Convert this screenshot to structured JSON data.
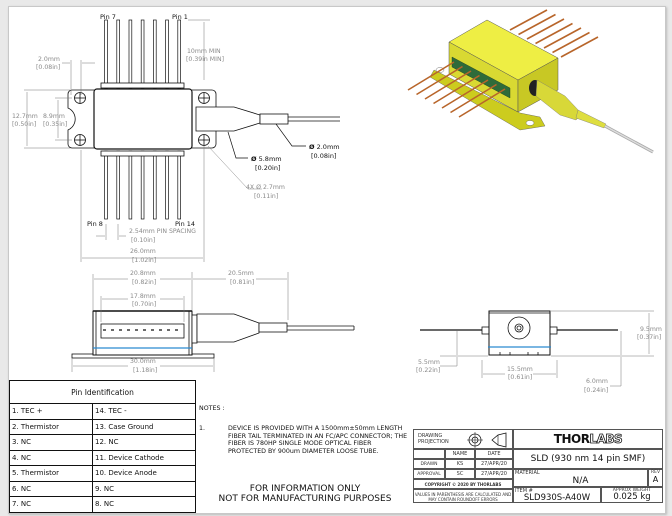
{
  "top_view": {
    "pin_labels": {
      "pin7": "Pin 7",
      "pin1": "Pin 1",
      "pin8": "Pin 8",
      "pin14": "Pin 14"
    },
    "dims": {
      "lead_len_mm": "10mm MIN",
      "lead_len_in": "[0.39in MIN]",
      "tab_mm": "2.0mm",
      "tab_in": "[0.08in]",
      "height_mm": "12.7mm",
      "height_in": "[0.50in]",
      "hole_span_mm": "8.9mm",
      "hole_span_in": "[0.35in]",
      "boot_dia_mm": "5.8mm",
      "boot_dia_in": "[0.20in]",
      "fiber_dia_mm": "2.0mm",
      "fiber_dia_in": "[0.08in]",
      "holes_mm": "4X Ø 2.7mm",
      "holes_in": "[0.11in]",
      "pitch_mm": "2.54mm PIN SPACING",
      "pitch_in": "[0.10in]",
      "width_mm": "26.0mm",
      "width_in": "[1.02in]"
    },
    "diameter_symbol": "Ø"
  },
  "side_view": {
    "dims": {
      "body_mm": "20.8mm",
      "body_in": "[0.82in]",
      "boot_mm": "20.5mm",
      "boot_in": "[0.81in]",
      "pins_mm": "17.8mm",
      "pins_in": "[0.70in]",
      "flange_mm": "30.0mm",
      "flange_in": "[1.18in]"
    }
  },
  "end_view": {
    "dims": {
      "height_mm": "9.5mm",
      "height_in": "[0.37in]",
      "pin_h_mm": "5.5mm",
      "pin_h_in": "[0.22in]",
      "width_mm": "15.5mm",
      "width_in": "[0.61in]",
      "lead_h_mm": "6.0mm",
      "lead_h_in": "[0.24in]"
    }
  },
  "pin_identification": {
    "title": "Pin Identification",
    "rows": [
      [
        "1. TEC +",
        "14. TEC -"
      ],
      [
        "2. Thermistor",
        "13. Case Ground"
      ],
      [
        "3. NC",
        "12. NC"
      ],
      [
        "4. NC",
        "11. Device Cathode"
      ],
      [
        "5. Thermistor",
        "10. Device Anode"
      ],
      [
        "6. NC",
        "9. NC"
      ],
      [
        "7. NC",
        "8. NC"
      ]
    ]
  },
  "notes": {
    "header": "NOTES :",
    "items": [
      {
        "num": "1.",
        "text": "DEVICE IS PROVIDED WITH A 1500mm±50mm LENGTH FIBER TAIL TERMINATED IN AN FC/APC CONNECTOR; THE FIBER IS 780HP SINGLE MODE OPTICAL FIBER PROTECTED BY 900um DIAMETER LOOSE TUBE."
      }
    ],
    "disclaimer_1": "FOR INFORMATION ONLY",
    "disclaimer_2": "NOT FOR MANUFACTURING PURPOSES"
  },
  "title_block": {
    "projection_label": "DRAWING PROJECTION",
    "name_header": "NAME",
    "date_header": "DATE",
    "drawn_label": "DRAWN",
    "drawn_name": "KS",
    "drawn_date": "27/APR/20",
    "approval_label": "APPROVAL",
    "approval_name": "SC",
    "approval_date": "27/APR/20",
    "copyright": "COPYRIGHT © 2020 BY THORLABS",
    "values_note": "VALUES IN PARENTHESIS ARE CALCULATED AND MAY CONTAIN ROUNDOFF ERRORS",
    "logo_thor": "THOR",
    "logo_labs": "LABS",
    "title": "SLD (930 nm 14 pin SMF)",
    "material_label": "MATERIAL",
    "material": "N/A",
    "rev_label": "REV",
    "rev": "A",
    "item_label": "ITEM #",
    "item": "SLD930S-A40W",
    "weight_label": "APPROX WEIGHT",
    "weight": "0.025 kg"
  },
  "colors": {
    "housing_yellow": "#e6e63a",
    "pin_copper": "#b8652a",
    "pcb_green": "#2f6b3a",
    "highlight_blue": "#2a8ad0"
  }
}
